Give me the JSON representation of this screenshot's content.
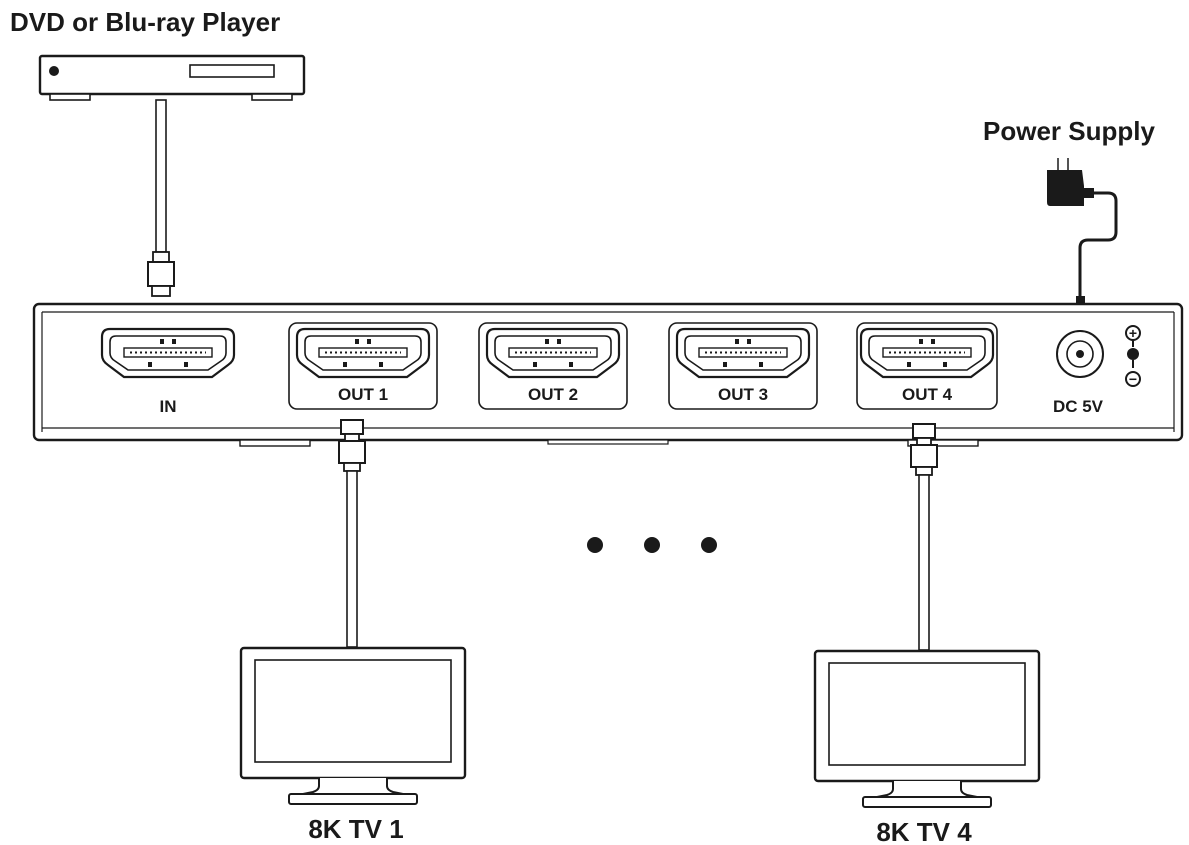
{
  "source": {
    "label": "DVD or Blu-ray Player"
  },
  "power": {
    "label": "Power Supply"
  },
  "splitter": {
    "ports": {
      "in": "IN",
      "out1": "OUT 1",
      "out2": "OUT 2",
      "out3": "OUT 3",
      "out4": "OUT 4"
    },
    "dc_label": "DC 5V",
    "polarity_plus": "+",
    "polarity_minus": "−"
  },
  "displays": [
    {
      "label": "8K TV 1"
    },
    {
      "label": "8K TV 4"
    }
  ]
}
